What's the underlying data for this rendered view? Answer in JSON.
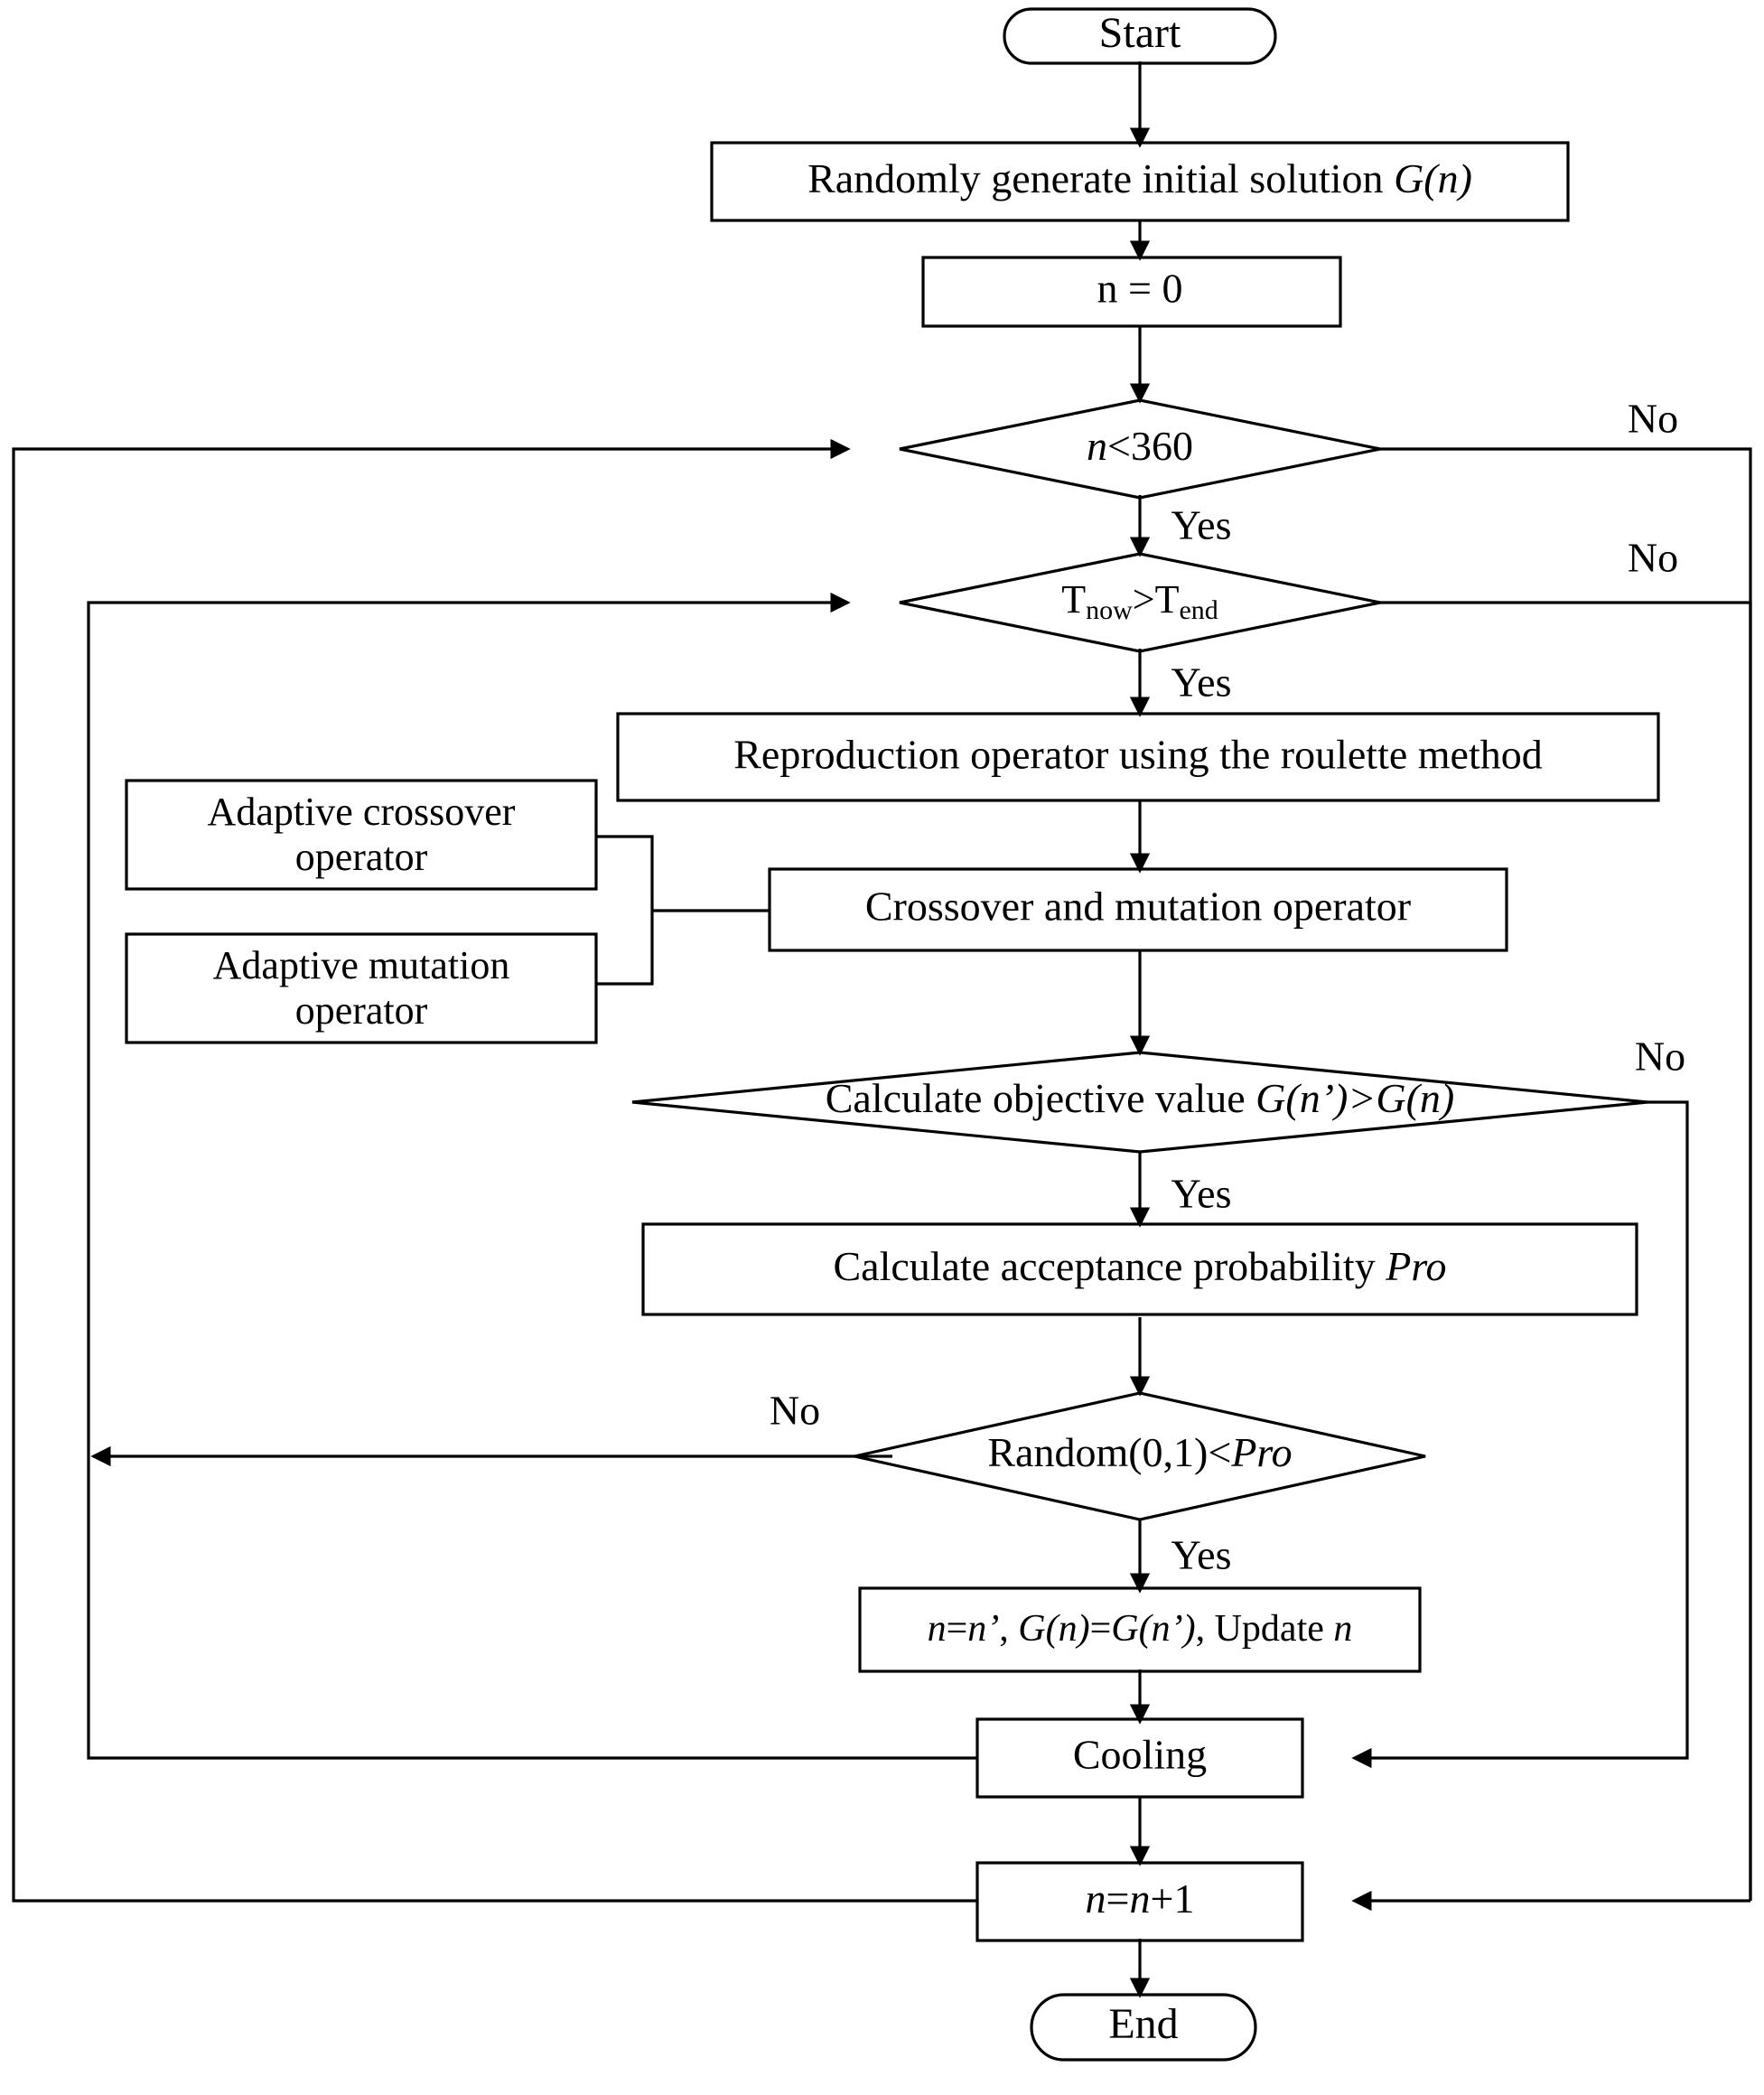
{
  "diagram": {
    "title": "Hybrid genetic simulated annealing algorithm flowchart",
    "background_color": "#ffffff",
    "line_color": "#000000",
    "text_color": "#000000"
  },
  "nodes": {
    "start": {
      "label": "Start",
      "shape": "terminator"
    },
    "init": {
      "label": "Randomly generate initial solution ",
      "label_italic": "G(n)",
      "shape": "process"
    },
    "n_zero": {
      "label": "n = 0",
      "shape": "process"
    },
    "iter_check": {
      "label_italic": "n",
      "label": "<360",
      "shape": "decision"
    },
    "temp_check": {
      "label_t": "T",
      "label_sub1": "now",
      "label_op": ">",
      "label_t2": "T",
      "label_sub2": "end",
      "shape": "decision"
    },
    "reproduction": {
      "label": "Reproduction operator using the roulette method",
      "shape": "process"
    },
    "adaptive_crossover": {
      "label_line1": "Adaptive crossover",
      "label_line2": "operator",
      "shape": "process"
    },
    "adaptive_mutation": {
      "label_line1": "Adaptive mutation",
      "label_line2": "operator",
      "shape": "process"
    },
    "crossover_mutation": {
      "label": "Crossover and mutation operator",
      "shape": "process"
    },
    "objective": {
      "label": "Calculate objective value ",
      "label_italic": "G(n’)>G(n)",
      "shape": "decision"
    },
    "acceptance": {
      "label": "Calculate acceptance probability ",
      "label_italic": "Pro",
      "shape": "process"
    },
    "random_check": {
      "label": "Random(0,1)<",
      "label_italic": "Pro",
      "shape": "decision"
    },
    "update": {
      "label_italic_1": "n",
      "label_2": "=",
      "label_italic_3": "n’",
      "label_4": ", ",
      "label_italic_5": "G(n)",
      "label_6": "=",
      "label_italic_7": "G(n’)",
      "label_8": ", Update ",
      "label_italic_9": "n",
      "shape": "process"
    },
    "cooling": {
      "label": "Cooling",
      "shape": "process"
    },
    "increment": {
      "label_italic_1": "n",
      "label_2": "=",
      "label_italic_3": "n",
      "label_4": "+1",
      "shape": "process"
    },
    "end": {
      "label": "End",
      "shape": "terminator"
    }
  },
  "edge_labels": {
    "iter_no": "No",
    "iter_yes": "Yes",
    "temp_no": "No",
    "temp_yes": "Yes",
    "objective_no": "No",
    "objective_yes": "Yes",
    "random_no": "No",
    "random_yes": "Yes"
  }
}
